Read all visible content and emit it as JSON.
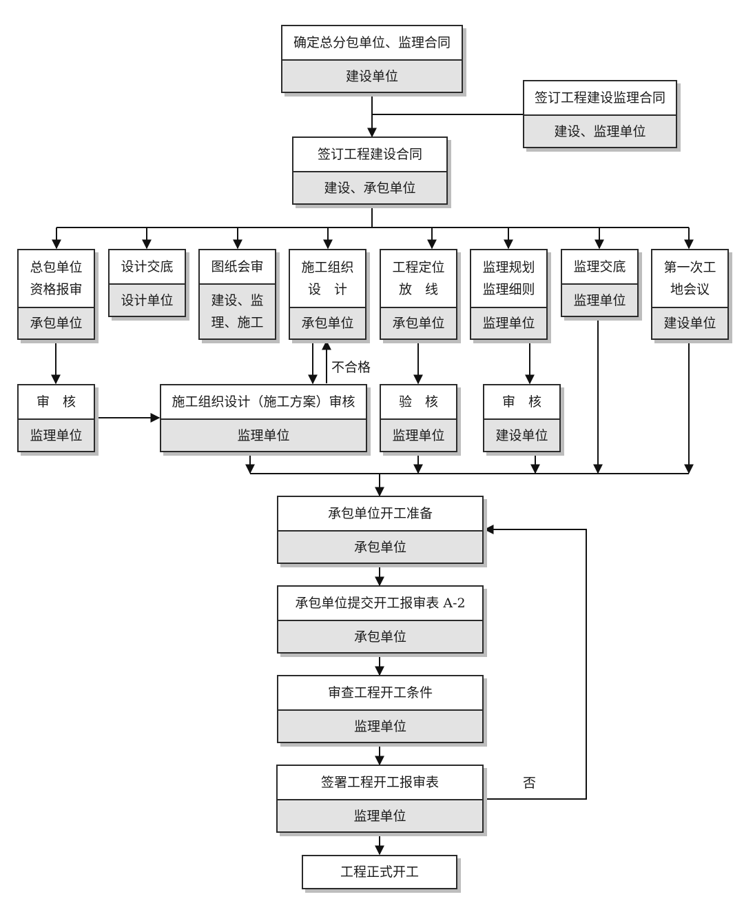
{
  "boxes": {
    "n1": {
      "top": "确定总分包单位、监理合同",
      "bottom": "建设单位"
    },
    "n2": {
      "top": "签订工程建设监理合同",
      "bottom": "建设、监理单位"
    },
    "n3": {
      "top": "签订工程建设合同",
      "bottom": "建设、承包单位"
    },
    "c1": {
      "top": "总包单位\n资格报审",
      "bottom": "承包单位"
    },
    "c2": {
      "top": "设计交底",
      "bottom": "设计单位"
    },
    "c3": {
      "top": "图纸会审",
      "bottom": "建设、监\n理、施工"
    },
    "c4": {
      "top": "施工组织\n设　计",
      "bottom": "承包单位"
    },
    "c5": {
      "top": "工程定位\n放　线",
      "bottom": "承包单位"
    },
    "c6": {
      "top": "监理规划\n监理细则",
      "bottom": "监理单位"
    },
    "c7": {
      "top": "监理交底",
      "bottom": "监理单位"
    },
    "c8": {
      "top": "第一次工\n地会议",
      "bottom": "建设单位"
    },
    "r1": {
      "top": "审　核",
      "bottom": "监理单位"
    },
    "r2": {
      "top": "施工组织设计（施工方案）审核",
      "bottom": "监理单位"
    },
    "r3": {
      "top": "验　核",
      "bottom": "监理单位"
    },
    "r4": {
      "top": "审　核",
      "bottom": "建设单位"
    },
    "s1": {
      "top": "承包单位开工准备",
      "bottom": "承包单位"
    },
    "s2": {
      "top": "承包单位提交开工报审表 A-2",
      "bottom": "承包单位"
    },
    "s3": {
      "top": "审查工程开工条件",
      "bottom": "监理单位"
    },
    "s4": {
      "top": "签署工程开工报审表",
      "bottom": "监理单位"
    },
    "s5": {
      "top": "工程正式开工"
    }
  },
  "labels": {
    "unqualified": "不合格",
    "no": "否"
  }
}
